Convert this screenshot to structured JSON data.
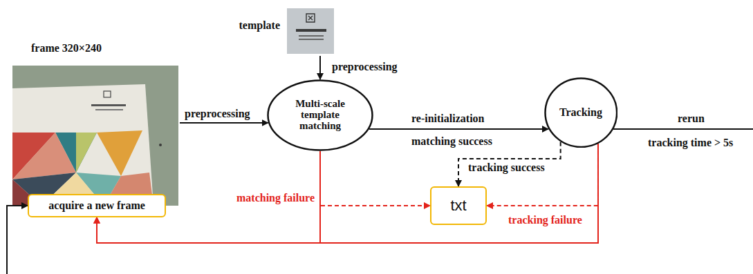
{
  "diagram": {
    "nodes": [
      {
        "text": [
          "frame 320×240"
        ]
      },
      {
        "text": [
          "template"
        ]
      },
      {
        "text": [
          "Multi-scale template matching"
        ]
      },
      {
        "text": [
          "Tracking"
        ]
      },
      {
        "text": [
          "txt"
        ]
      },
      {
        "text": [
          "acquire a new frame"
        ]
      }
    ],
    "edges": [
      {
        "from": 0,
        "to": 2,
        "label": "preprocessing",
        "arrow": "to"
      },
      {
        "from": 1,
        "to": 2,
        "label": "preprocessing",
        "arrow": "to"
      },
      {
        "from": 2,
        "to": 3,
        "label": "matching success",
        "arrow": "to"
      },
      {
        "from": 3,
        "to": 4,
        "label": "tracking success",
        "arrow": "to"
      },
      {
        "from": 2,
        "to": 4,
        "label": "matching failure",
        "arrow": "to"
      },
      {
        "from": 3,
        "to": 4,
        "label": "tracking failure",
        "arrow": "to"
      },
      {
        "from": 2,
        "to": 5,
        "arrow": "to"
      },
      {
        "from": 3,
        "to": 5,
        "arrow": "to"
      }
    ],
    "labels": [
      "re-initialization",
      "rerun",
      "tracking time > 5s"
    ]
  }
}
